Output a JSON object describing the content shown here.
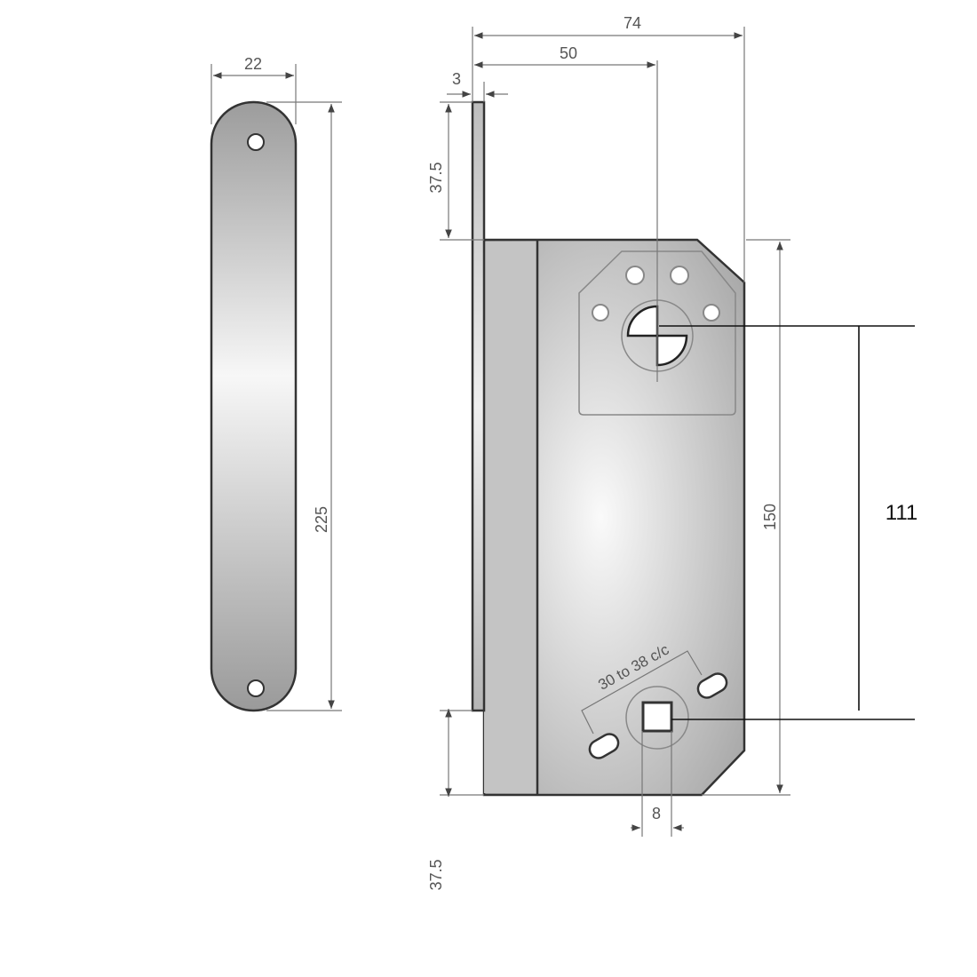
{
  "dimensions": {
    "faceplate_width": "22",
    "faceplate_length": "225",
    "overall_depth": "74",
    "backset": "50",
    "forend_thickness": "3",
    "top_offset": "37.5",
    "bottom_offset": "37.5",
    "case_height": "150",
    "centre_distance": "111",
    "spindle": "8",
    "fixing_centres": "30 to 38 c/c"
  },
  "colors": {
    "metal_light": "#f4f4f4",
    "metal_dark": "#a9a9a9",
    "outline": "#333333",
    "dimension": "#777777"
  }
}
